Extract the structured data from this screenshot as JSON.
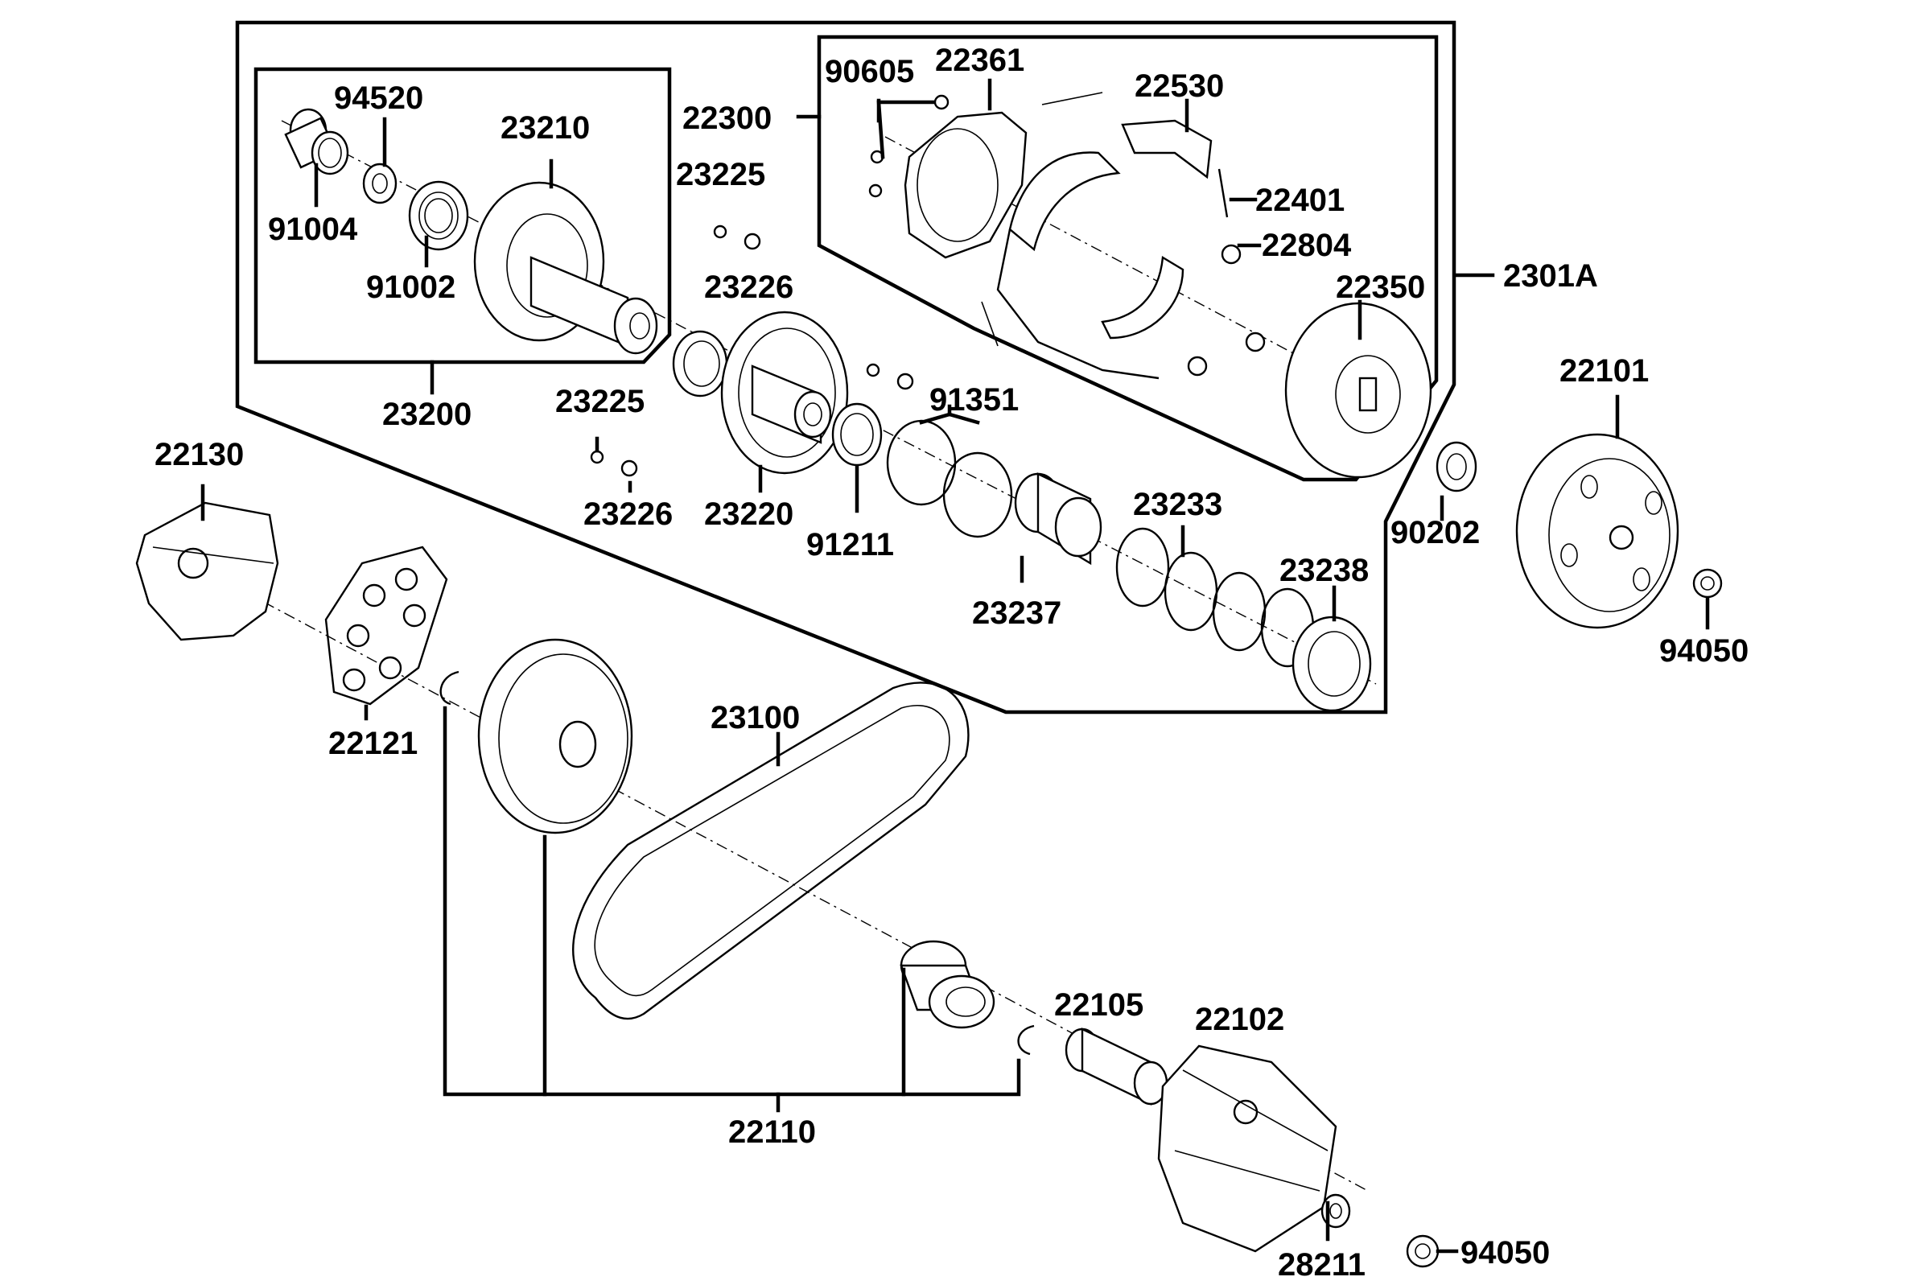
{
  "parts": [
    {
      "id": "p2301A",
      "num": "2301A"
    },
    {
      "id": "p22300",
      "num": "22300"
    },
    {
      "id": "p23200",
      "num": "23200"
    },
    {
      "id": "p94520",
      "num": "94520"
    },
    {
      "id": "p23210",
      "num": "23210"
    },
    {
      "id": "p91004",
      "num": "91004"
    },
    {
      "id": "p91002",
      "num": "91002"
    },
    {
      "id": "p23225a",
      "num": "23225"
    },
    {
      "id": "p23226a",
      "num": "23226"
    },
    {
      "id": "p23225b",
      "num": "23225"
    },
    {
      "id": "p23226b",
      "num": "23226"
    },
    {
      "id": "p23220",
      "num": "23220"
    },
    {
      "id": "p91351",
      "num": "91351"
    },
    {
      "id": "p91211",
      "num": "91211"
    },
    {
      "id": "p90605",
      "num": "90605"
    },
    {
      "id": "p22361",
      "num": "22361"
    },
    {
      "id": "p22530",
      "num": "22530"
    },
    {
      "id": "p22401",
      "num": "22401"
    },
    {
      "id": "p22804",
      "num": "22804"
    },
    {
      "id": "p22350",
      "num": "22350"
    },
    {
      "id": "p23233",
      "num": "23233"
    },
    {
      "id": "p23237",
      "num": "23237"
    },
    {
      "id": "p23238",
      "num": "23238"
    },
    {
      "id": "p22101",
      "num": "22101"
    },
    {
      "id": "p90202",
      "num": "90202"
    },
    {
      "id": "p94050a",
      "num": "94050"
    },
    {
      "id": "p22130",
      "num": "22130"
    },
    {
      "id": "p22121",
      "num": "22121"
    },
    {
      "id": "p23100",
      "num": "23100"
    },
    {
      "id": "p22110",
      "num": "22110"
    },
    {
      "id": "p22105",
      "num": "22105"
    },
    {
      "id": "p22102",
      "num": "22102"
    },
    {
      "id": "p28211",
      "num": "28211"
    },
    {
      "id": "p94050b",
      "num": "94050"
    }
  ]
}
